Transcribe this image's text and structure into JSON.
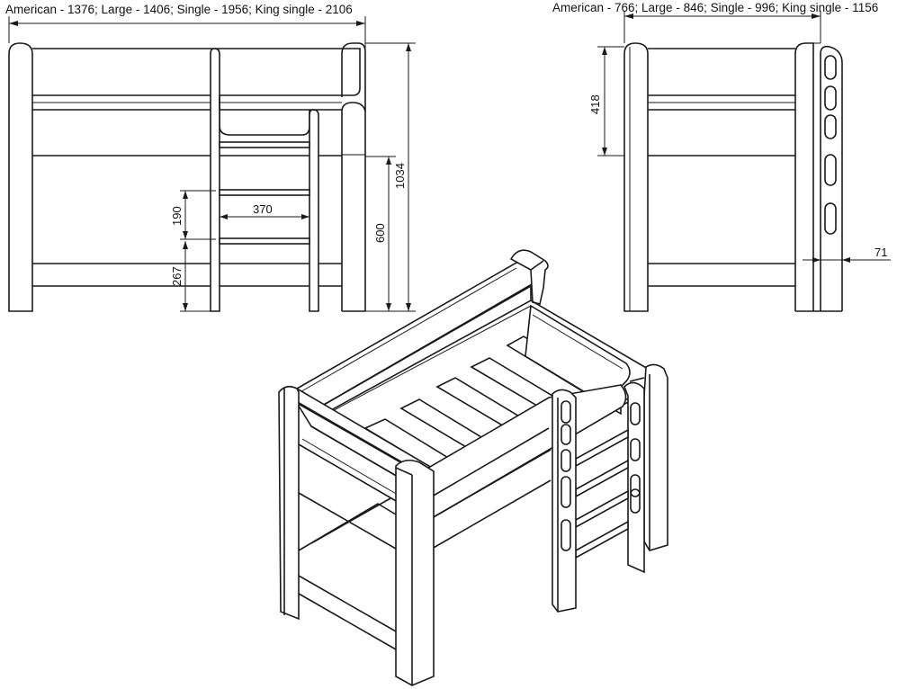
{
  "front_view": {
    "width_label": "American - 1376; Large - 1406; Single - 1956; King single - 2106",
    "rung_spacing": "190",
    "bottom_rung_height": "267",
    "ladder_width": "370",
    "platform_height": "600",
    "total_height": "1034"
  },
  "side_view": {
    "width_label": "American - 766; Large - 846; Single - 996; King single - 1156",
    "rail_height": "418",
    "ladder_depth": "71"
  },
  "isometric_view": {}
}
